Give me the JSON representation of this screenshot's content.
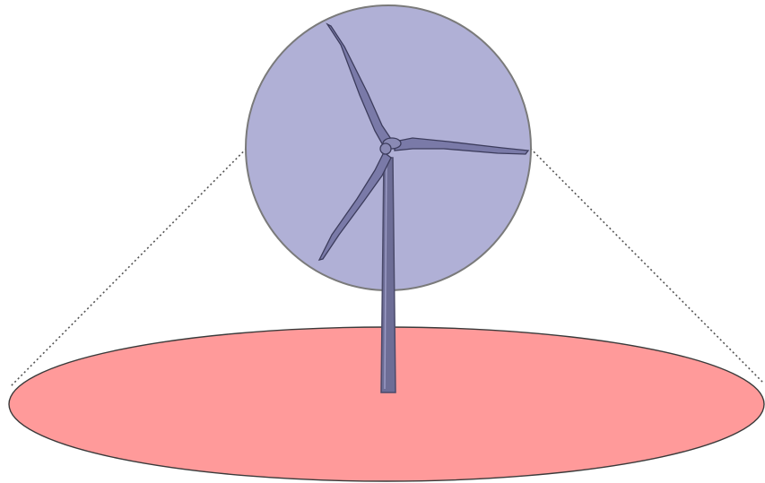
{
  "diagram": {
    "colors": {
      "background": "#ffffff",
      "ground_fill": "#ff9a9a",
      "ground_stroke": "#3a3a3a",
      "rotor_disc_fill": "#b0b0d6",
      "rotor_disc_stroke": "#7a7a7a",
      "cone_line": "#555555",
      "tower_fill": "#6d6d96",
      "tower_stroke": "#4a4a6a",
      "blade_fill": "#7a7aa8",
      "blade_stroke": "#3c3c5c",
      "nacelle_fill": "#8a8ab4"
    },
    "elements": {
      "ground_area": "ground-ellipse",
      "rotor_swept_area": "rotor-disc",
      "cone_projection": "dotted-cone",
      "turbine": "wind-turbine-icon"
    },
    "blade_count": 3
  }
}
